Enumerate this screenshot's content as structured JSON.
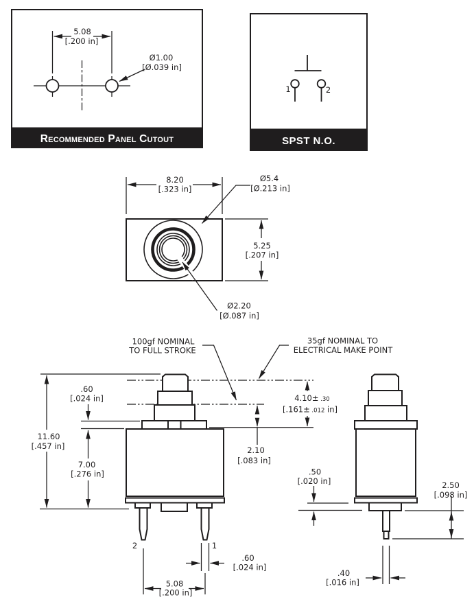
{
  "colors": {
    "ink": "#1f1d1e",
    "paper": "#ffffff"
  },
  "panel_cutout": {
    "title": "Recommended Panel Cutout",
    "pitch_mm": "5.08",
    "pitch_in": "[.200 in]",
    "hole_dia_mm": "Ø1.00",
    "hole_dia_in": "[Ø.039 in]"
  },
  "schematic": {
    "title": "SPST N.O.",
    "terminal_1": "1",
    "terminal_2": "2"
  },
  "top_view": {
    "width_mm": "8.20",
    "width_in": "[.323 in]",
    "outer_dia_mm": "Ø5.4",
    "outer_dia_in": "[Ø.213 in]",
    "height_mm": "5.25",
    "height_in": "[.207 in]",
    "inner_dia_mm": "Ø2.20",
    "inner_dia_in": "[Ø.087 in]"
  },
  "front_view": {
    "note_full_stroke_line1": "100gf NOMINAL",
    "note_full_stroke_line2": "TO FULL STROKE",
    "note_make_point_line1": "35gf NOMINAL TO",
    "note_make_point_line2": "ELECTRICAL MAKE POINT",
    "total_height_mm": "11.60",
    "total_height_in": "[.457 in]",
    "flange_mm": ".60",
    "flange_in": "[.024 in]",
    "body_height_mm": "7.00",
    "body_height_in": "[.276 in]",
    "make_travel_mm": "4.10±",
    "make_travel_mm_tol": " .30",
    "make_travel_in": "[.161±",
    "make_travel_in_tol": " .012",
    "make_travel_in_unit": " in]",
    "full_travel_mm": "2.10",
    "full_travel_in": "[.083 in]",
    "terminal_1": "1",
    "terminal_2": "2",
    "pin_width_mm": ".60",
    "pin_width_in": "[.024 in]",
    "pin_pitch_mm": "5.08",
    "pin_pitch_in": "[.200 in]"
  },
  "side_view": {
    "standoff_mm": ".50",
    "standoff_in": "[.020 in]",
    "pin_length_mm": "2.50",
    "pin_length_in": "[.098 in]",
    "pin_width_mm": ".40",
    "pin_width_in": "[.016 in]"
  }
}
